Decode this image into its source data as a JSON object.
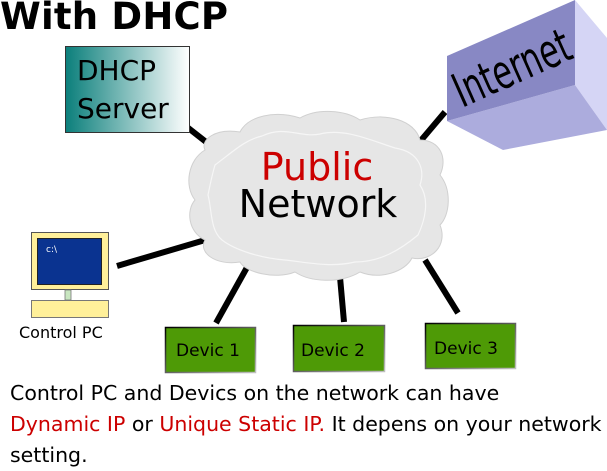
{
  "title": "With DHCP",
  "nodes": {
    "dhcp_server": {
      "line1": "DHCP",
      "line2": "Server",
      "gradient_from": "#0b7f7b",
      "gradient_to": "#ffffff"
    },
    "internet": {
      "label": "Internet",
      "front_color": "#8888c4",
      "bottom_color": "#acacdd",
      "side_color": "#d5d5f5"
    },
    "public_network": {
      "line1": "Public",
      "line2": "Network",
      "line1_color": "#cc0000",
      "cloud_color": "#e6e6e6"
    },
    "control_pc": {
      "label": "Control PC",
      "screen_text": "c:\\",
      "screen_color": "#0a3390",
      "frame_color": "#fff09a"
    },
    "devices": [
      {
        "label": "Devic 1"
      },
      {
        "label": "Devic 2"
      },
      {
        "label": "Devic 3"
      }
    ],
    "device_color": "#4e9a06"
  },
  "description": {
    "part1": "Control PC and Devics on the network can have",
    "highlight1": "Dynamic IP",
    "part2": " or ",
    "highlight2": "Unique Static IP.",
    "part3": " It depens on your network setting.",
    "highlight_color": "#cc0000"
  }
}
